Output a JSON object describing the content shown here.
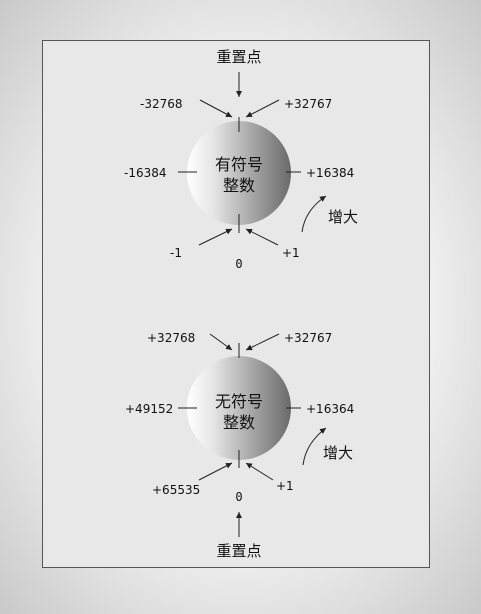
{
  "signed": {
    "reset_label": "重置点",
    "center_line1": "有符号",
    "center_line2": "整数",
    "top_left": "-32768",
    "top_right": "+32767",
    "left": "-16384",
    "right": "+16384",
    "bottom_left": "-1",
    "bottom_right": "+1",
    "bottom": "0",
    "increase_label": "增大"
  },
  "unsigned": {
    "reset_label": "重置点",
    "center_line1": "无符号",
    "center_line2": "整数",
    "top_left": "+32768",
    "top_right": "+32767",
    "left": "+49152",
    "right": "+16364",
    "bottom_left": "+65535",
    "bottom_right": "+1",
    "bottom": "0",
    "increase_label": "增大"
  },
  "colors": {
    "sphere_light": "#ffffff",
    "sphere_dark": "#6a6a6a",
    "panel_bg": "#e8e8e8"
  }
}
